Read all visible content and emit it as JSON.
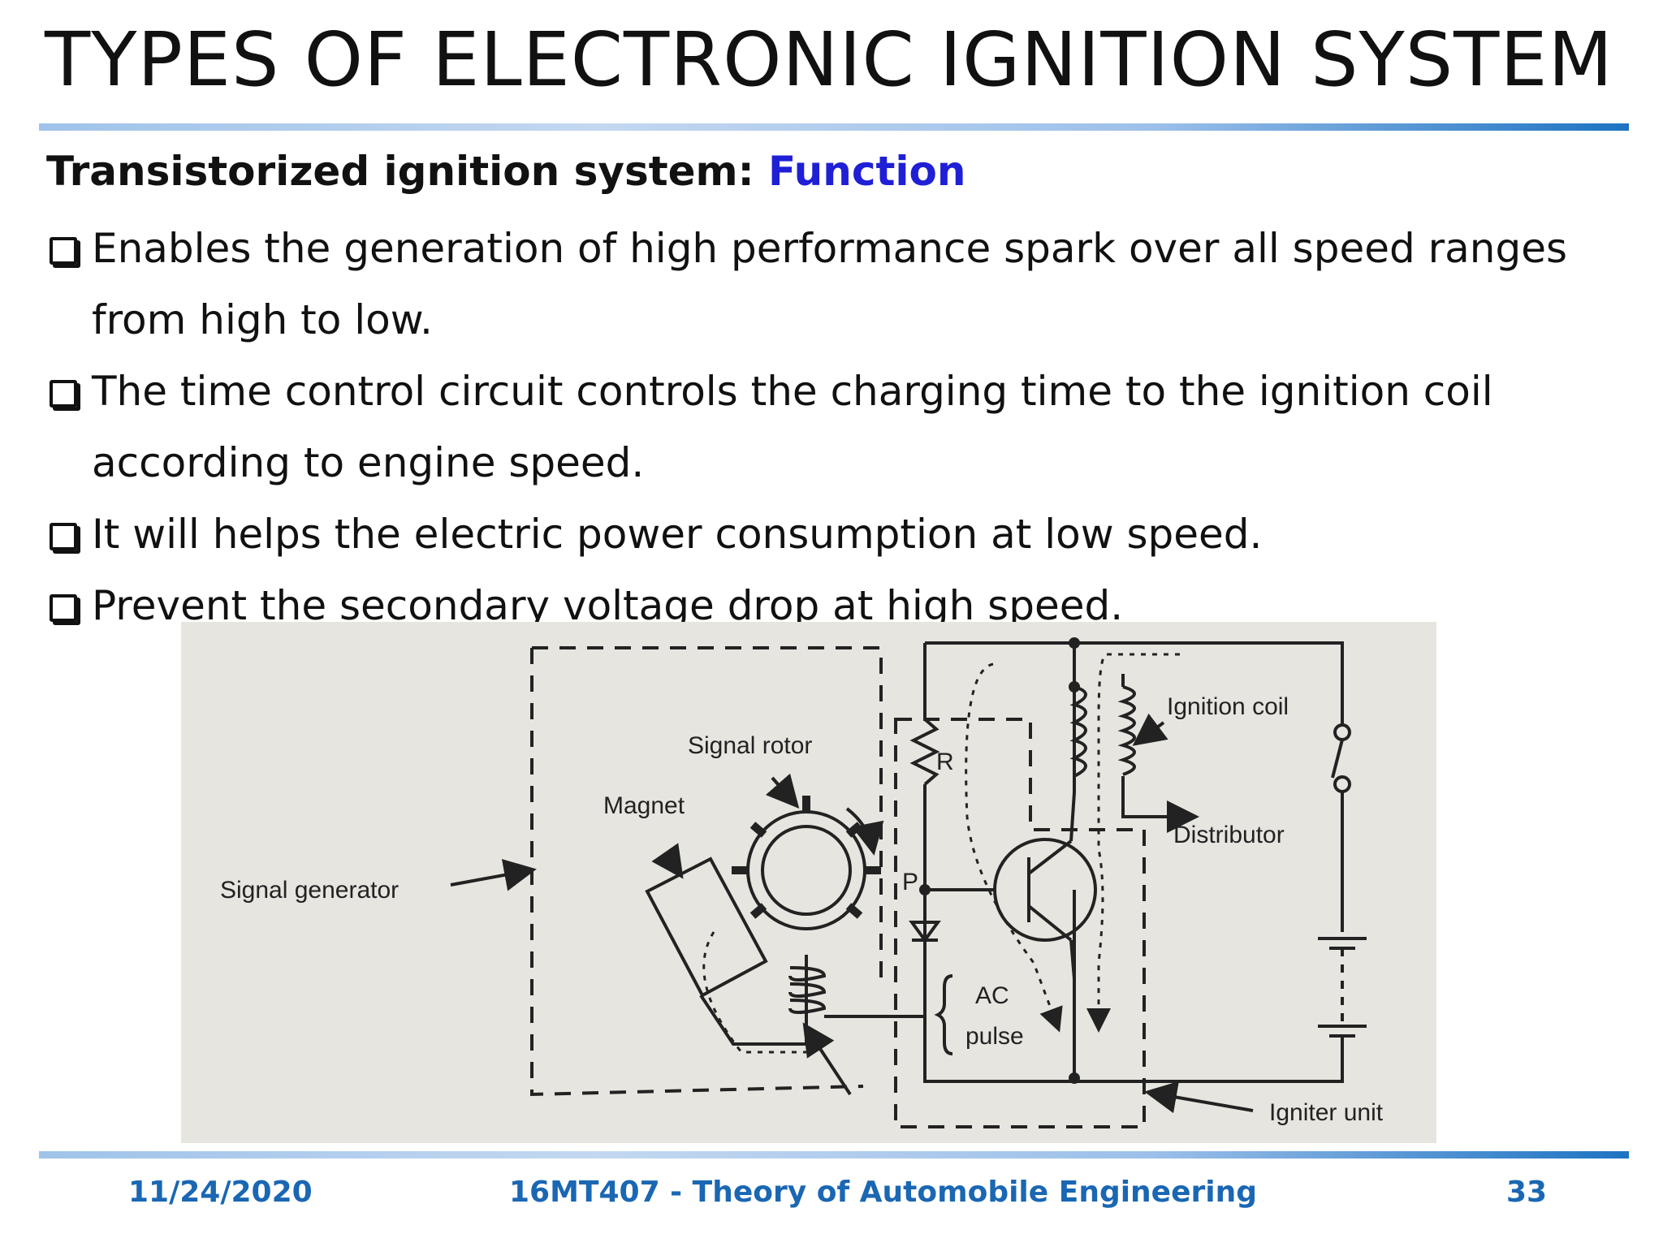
{
  "slide": {
    "title": "TYPES OF ELECTRONIC IGNITION SYSTEM",
    "subtitle_prefix": "Transistorized ignition system: ",
    "subtitle_accent": "Function",
    "bullets": [
      "Enables the generation of high performance spark over all speed ranges from high to low.",
      "The time control circuit controls the charging time to the ignition coil according to engine speed.",
      "It will helps the electric power consumption at low speed.",
      "Prevent the secondary voltage drop at high speed."
    ]
  },
  "diagram": {
    "labels": {
      "signal_generator": "Signal generator",
      "magnet": "Magnet",
      "signal_rotor": "Signal rotor",
      "resistor": "R",
      "point_p": "P",
      "ac": "AC",
      "pulse": "pulse",
      "ignition_coil": "Ignition coil",
      "distributor": "Distributor",
      "igniter_unit": "Igniter unit"
    }
  },
  "footer": {
    "date": "11/24/2020",
    "course": "16MT407 - Theory of Automobile Engineering",
    "page": "33"
  },
  "colors": {
    "accent_blue": "#1f1fd6",
    "footer_blue": "#1a67b3",
    "rule_dark": "#1d73c2"
  }
}
